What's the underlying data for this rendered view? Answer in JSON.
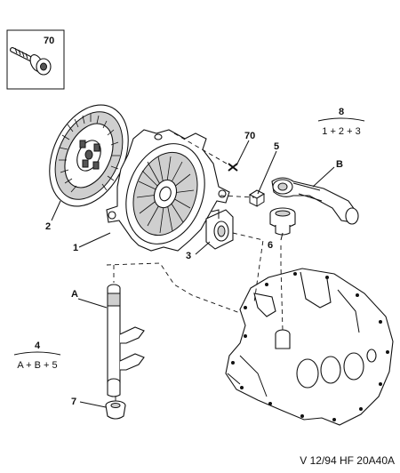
{
  "callouts": {
    "c1": "1",
    "c2": "2",
    "c3": "3",
    "c4": "4",
    "c5": "5",
    "c6": "6",
    "c7": "7",
    "c8": "8",
    "c70_box": "70",
    "c70_main": "70",
    "cA": "A",
    "cB": "B"
  },
  "kits": {
    "kit8_label": "8",
    "kit8_formula": "1 + 2 + 3",
    "kit4_label": "4",
    "kit4_formula": "A + B + 5"
  },
  "reference": "V 12/94 HF 20A40A"
}
